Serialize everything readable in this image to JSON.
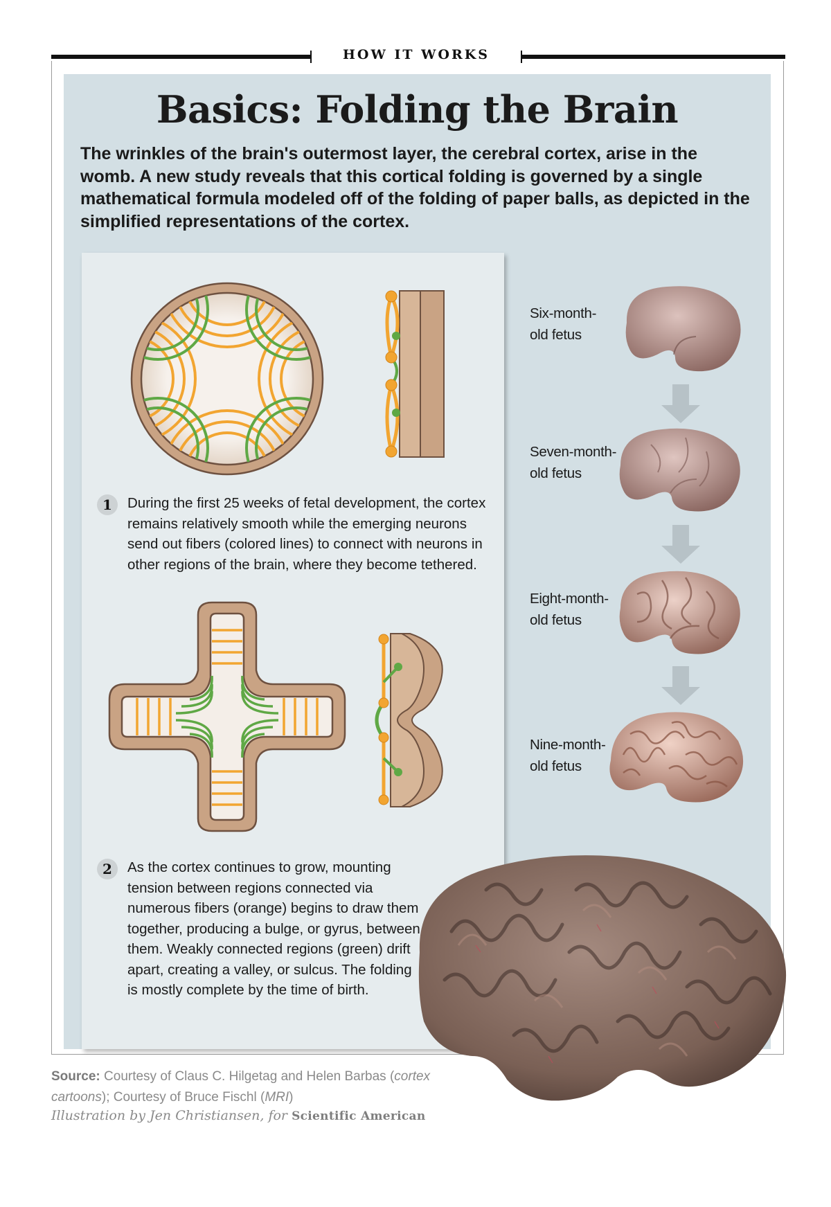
{
  "header": {
    "kicker": "HOW IT WORKS"
  },
  "title": "Basics: Folding the Brain",
  "intro": "The wrinkles of the brain's outermost layer, the cerebral cortex, arise in the womb. A new study reveals that this cortical folding is governed by a single mathematical formula modeled off of the folding of paper balls, as depicted in the simplified representations of the cortex.",
  "steps": [
    {
      "number": "1",
      "text": "During the first 25 weeks of fetal development, the cortex remains relatively smooth while the emerging neurons send out fibers (colored lines) to connect with neurons in other regions of the brain, where they become tethered."
    },
    {
      "number": "2",
      "text": "As the cortex continues to grow, mounting tension between regions connected via numerous fibers (orange) begins to draw them together, producing a bulge, or gyrus, between them. Weakly connected regions (green) drift apart, creating a valley, or sulcus. The folding is mostly complete by the time of birth."
    }
  ],
  "stages": [
    {
      "label": "Six-month-\nold fetus"
    },
    {
      "label": "Seven-month-\nold fetus"
    },
    {
      "label": "Eight-month-\nold fetus"
    },
    {
      "label": "Nine-month-\nold fetus"
    }
  ],
  "source": {
    "label": "Source:",
    "text_1": " Courtesy of Claus C. Hilgetag and Helen Barbas (",
    "italic_1": "cortex cartoons",
    "text_2": "); Courtesy of Bruce Fischl (",
    "italic_2": "MRI",
    "text_3": ")"
  },
  "credit": {
    "text": "Illustration by Jen Christiansen, for ",
    "brand": "Scientific American"
  },
  "colors": {
    "panel": "#d3dfe4",
    "card": "#e6ecee",
    "cortex": "#c9a384",
    "cortex_outline": "#6e5140",
    "orange_fiber": "#f2a531",
    "green_fiber": "#5fa845",
    "brain_fetal": "#b89089",
    "brain_adult": "#8b6f63"
  }
}
